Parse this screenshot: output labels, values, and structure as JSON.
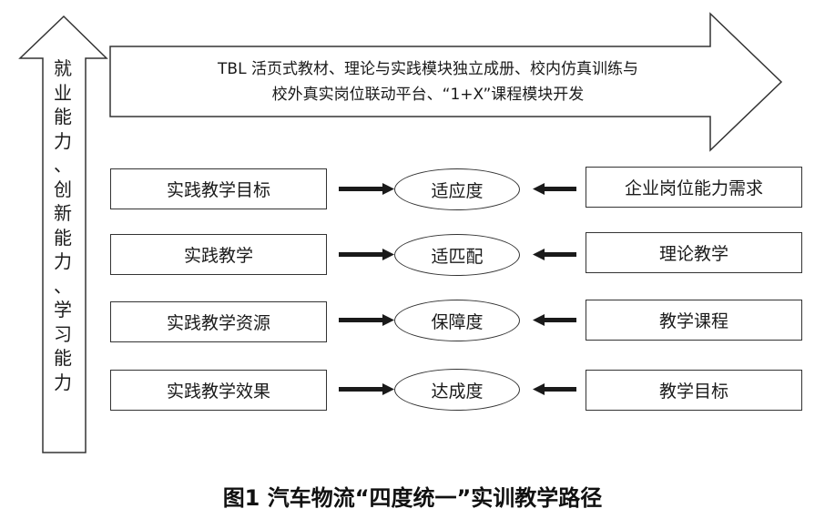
{
  "banner": {
    "line1": "TBL 活页式教材、理论与实践模块独立成册、校内仿真训练与",
    "line2": "校外真实岗位联动平台、“1+X”课程模块开发"
  },
  "vertical_label": [
    "就",
    "业",
    "能",
    "力",
    "、",
    "创",
    "新",
    "能",
    "力",
    "、",
    "学",
    "习",
    "能",
    "力"
  ],
  "rows": [
    {
      "left": "实践教学目标",
      "center": "适应度",
      "right": "企业岗位能力需求"
    },
    {
      "left": "实践教学",
      "center": "适匹配",
      "right": "理论教学"
    },
    {
      "left": "实践教学资源",
      "center": "保障度",
      "right": "教学课程"
    },
    {
      "left": "实践教学效果",
      "center": "达成度",
      "right": "教学目标"
    }
  ],
  "caption": "图1  汽车物流“四度统一”实训教学路径"
}
